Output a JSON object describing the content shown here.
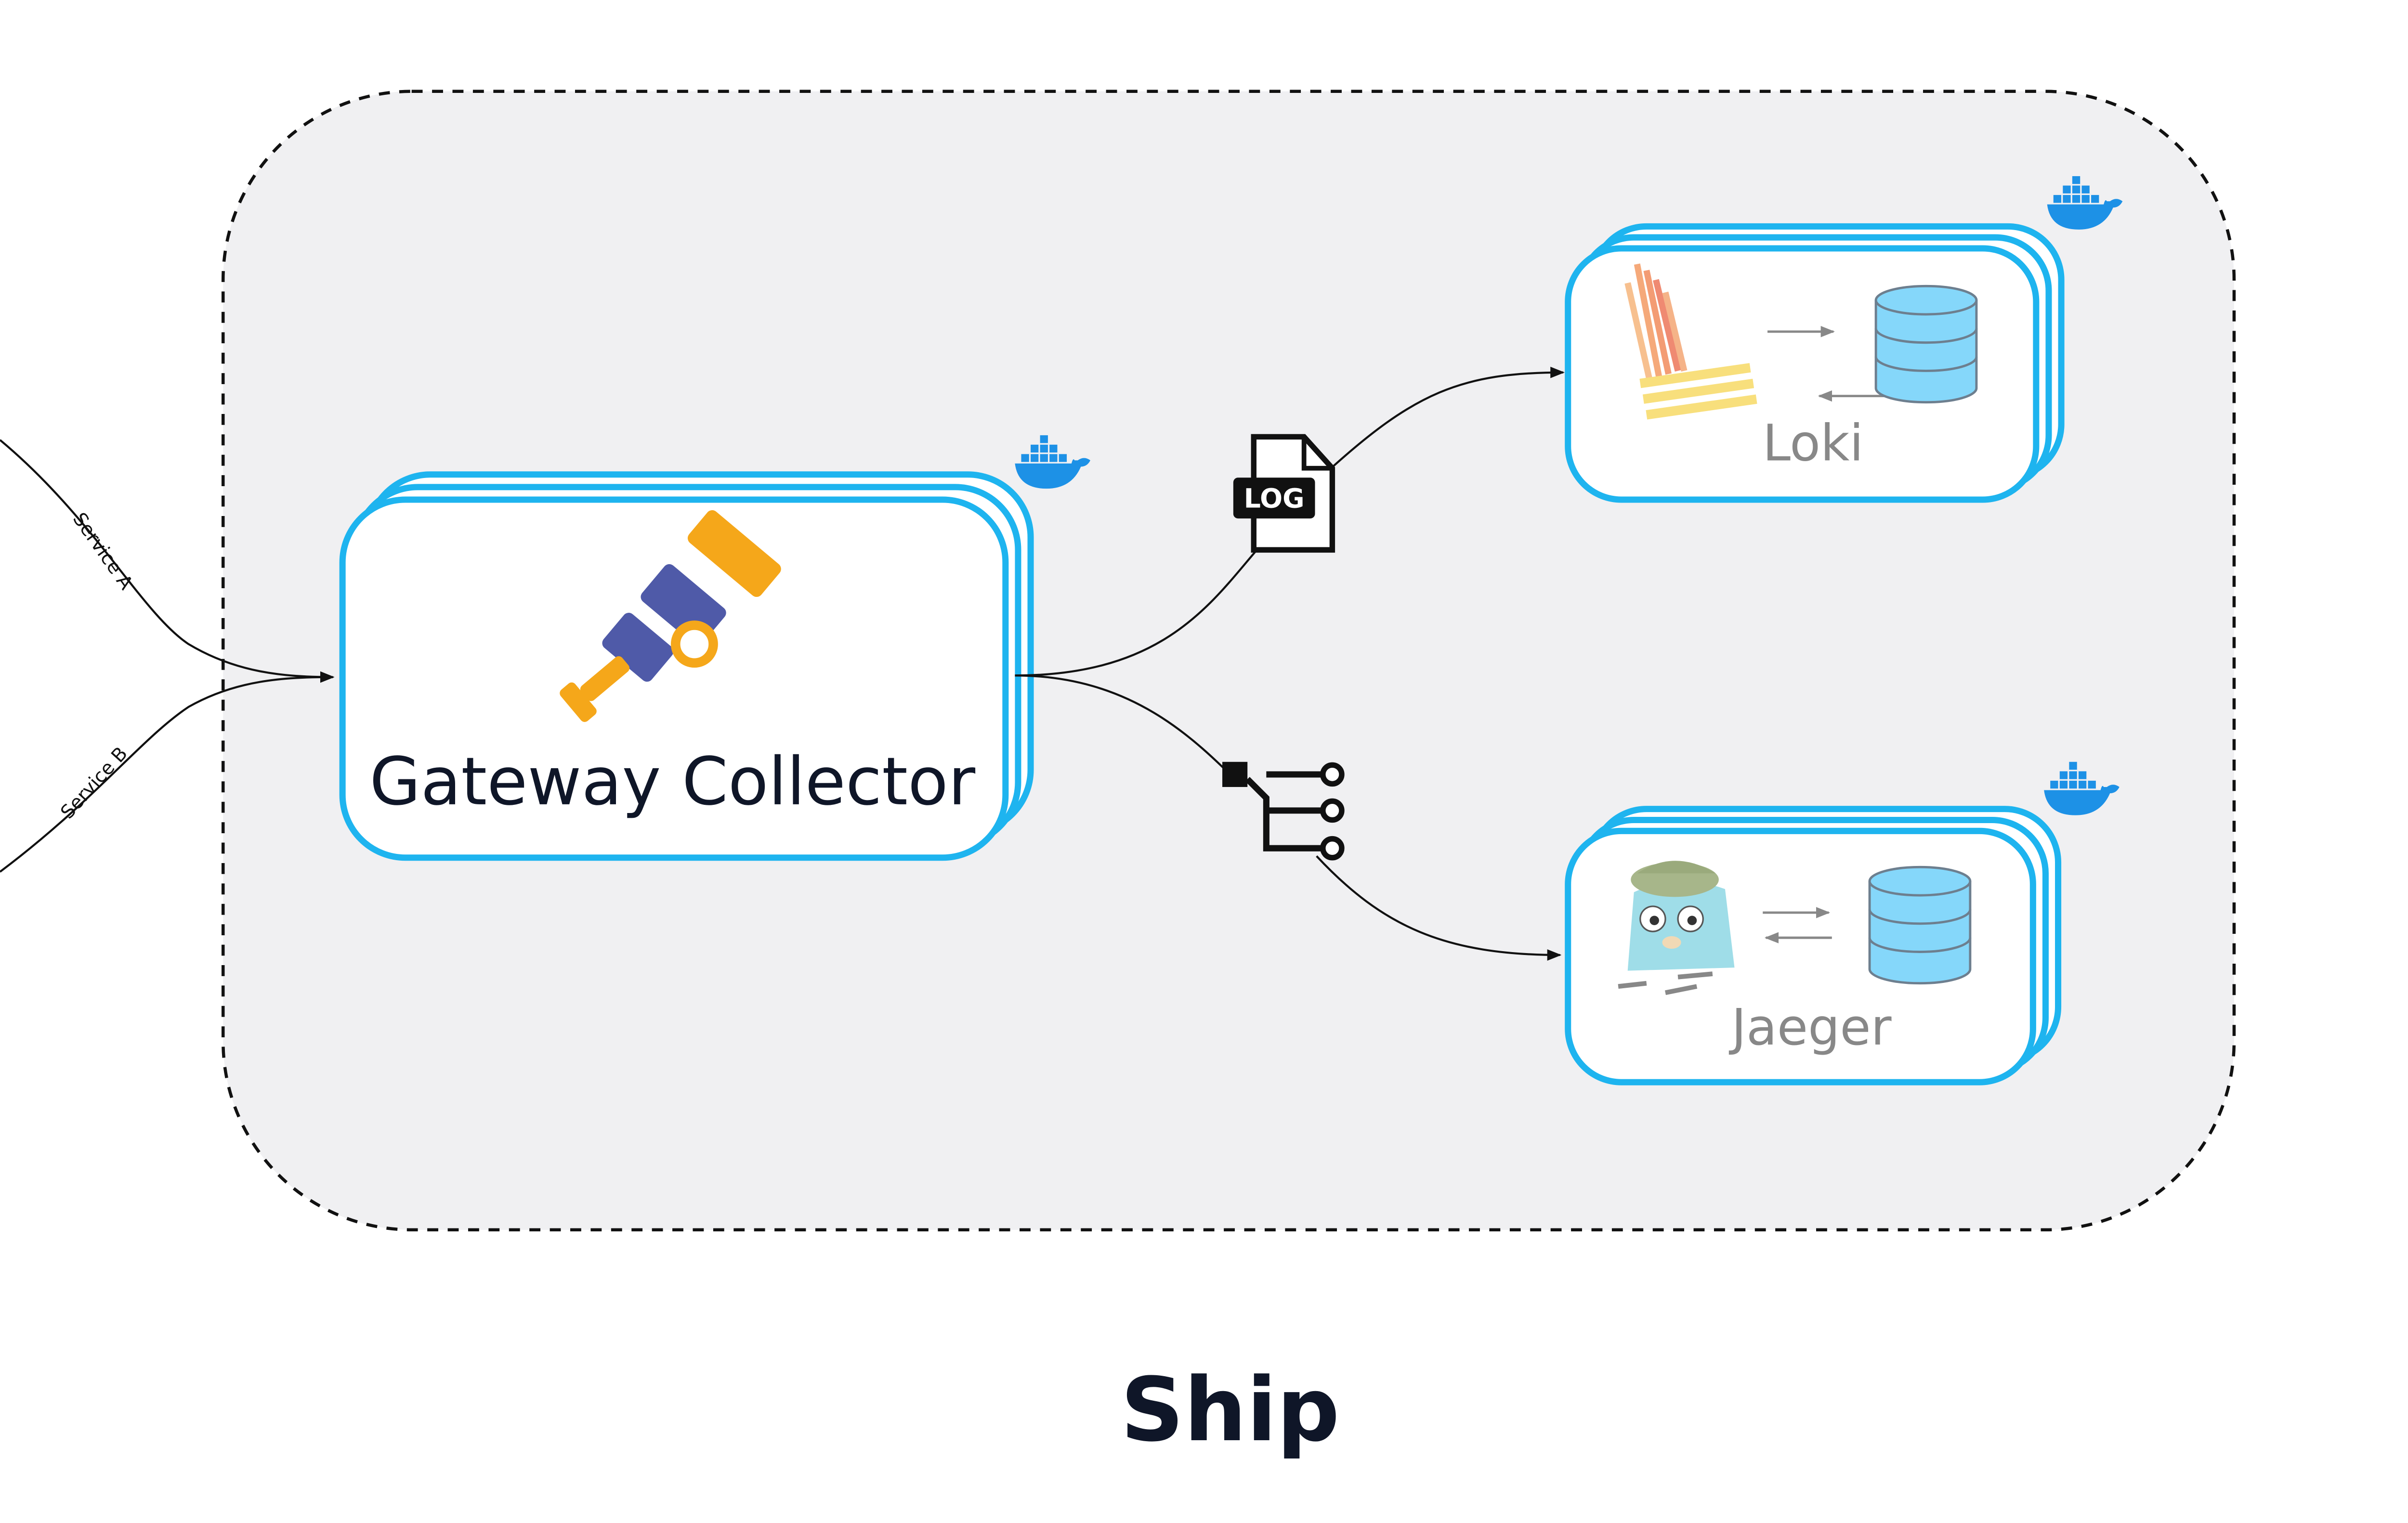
{
  "diagram": {
    "title": "Ship",
    "edges": {
      "service_a_label": "Service A",
      "service_b_label": "Service B"
    },
    "nodes": {
      "gateway": {
        "label": "Gateway Collector",
        "icon": "telescope-icon"
      },
      "loki": {
        "label": "Loki",
        "icon": "loki-logo-icon"
      },
      "jaeger": {
        "label": "Jaeger",
        "icon": "jaeger-gopher-icon"
      }
    },
    "signals": {
      "logs": {
        "icon_text": "LOG",
        "icon": "log-file-icon"
      },
      "traces": {
        "icon": "trace-tree-icon"
      }
    },
    "colors": {
      "node_border": "#1eb4ef",
      "group_bg": "#f0f0f2",
      "docker_blue": "#1d91e6",
      "db_fill": "#85d7fa",
      "telescope_orange": "#f5a71a",
      "telescope_indigo": "#4f5aa8",
      "title_color": "#0f1628"
    }
  }
}
